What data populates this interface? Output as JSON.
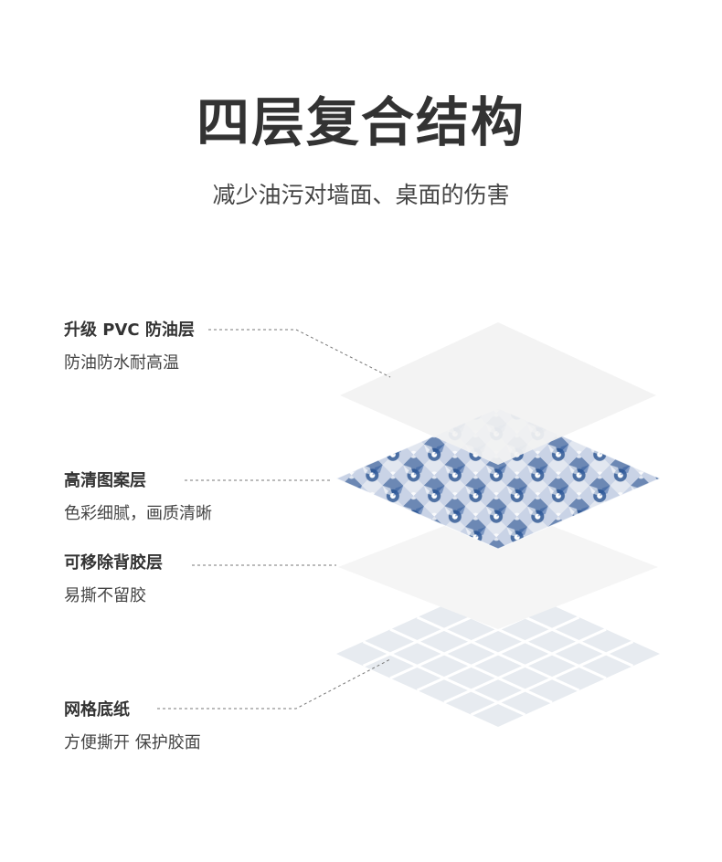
{
  "title": "四层复合结构",
  "subtitle": "减少油污对墙面、桌面的伤害",
  "layers": [
    {
      "name": "升级 PVC 防油层",
      "desc": "防油防水耐高温"
    },
    {
      "name": "高清图案层",
      "desc": "色彩细腻，画质清晰"
    },
    {
      "name": "可移除背胶层",
      "desc": "易撕不留胶"
    },
    {
      "name": "网格底纸",
      "desc": "方便撕开 保护胶面"
    }
  ],
  "colors": {
    "pvc_layer": "#f2f2f2",
    "pattern_blue": "#1f4a8a",
    "pattern_light": "#c9d3e6",
    "adhesive_layer": "#f5f5f5",
    "grid_paper": "#e7ebf0",
    "grid_lines": "#ffffff",
    "leader_line": "#777777"
  }
}
